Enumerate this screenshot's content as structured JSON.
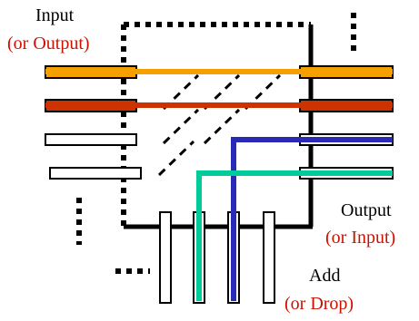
{
  "labels": {
    "input": {
      "main": "Input",
      "alt": "(or Output)"
    },
    "output": {
      "main": "Output",
      "alt": "(or Input)"
    },
    "add": {
      "main": "Add",
      "alt": "(or Drop)"
    }
  },
  "colors": {
    "main_text": "#000000",
    "alt_text": "#cc1100",
    "frame": "#000000",
    "waveguide_orange": "#f5a000",
    "waveguide_red": "#cc3300",
    "path_blue": "#2a2ab8",
    "path_green": "#00cc99",
    "port_fill": "#ffffff"
  }
}
